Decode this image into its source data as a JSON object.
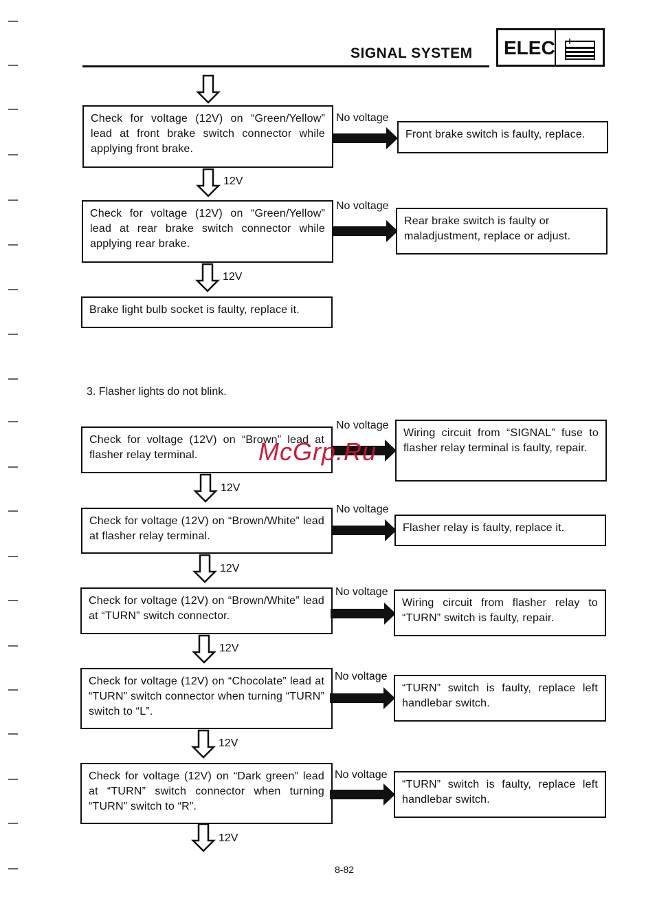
{
  "header": {
    "title": "SIGNAL SYSTEM",
    "section_badge": "ELEC",
    "badge_icon": "battery-icon"
  },
  "flow1": {
    "steps": [
      {
        "text": "Check for voltage (12V) on “Green/Yellow” lead at front brake switch connector while applying front brake.",
        "no_voltage_label": "No voltage",
        "fault": "Front brake switch is faulty, replace.",
        "pass_label": "12V"
      },
      {
        "text": "Check for voltage (12V) on “Green/Yellow” lead at rear brake switch connector while applying rear brake.",
        "no_voltage_label": "No voltage",
        "fault": "Rear brake switch is faulty or maladjustment, replace or adjust.",
        "pass_label": "12V"
      }
    ],
    "end": "Brake light bulb socket is faulty, replace it."
  },
  "flow2": {
    "section_title": "3. Flasher lights do not blink.",
    "steps": [
      {
        "text": "Check for voltage (12V) on “Brown” lead at flasher relay terminal.",
        "no_voltage_label": "No voltage",
        "fault": "Wiring circuit from “SIGNAL” fuse to flasher relay terminal is faulty, repair.",
        "pass_label": "12V"
      },
      {
        "text": "Check for voltage (12V) on “Brown/White” lead at flasher relay terminal.",
        "no_voltage_label": "No voltage",
        "fault": "Flasher relay is faulty, replace it.",
        "pass_label": "12V"
      },
      {
        "text": "Check for voltage (12V) on “Brown/White” lead at “TURN” switch connector.",
        "no_voltage_label": "No voltage",
        "fault": "Wiring circuit from flasher relay to “TURN” switch is faulty, repair.",
        "pass_label": "12V"
      },
      {
        "text": "Check for voltage (12V) on “Chocolate” lead at “TURN” switch connector when turning “TURN” switch to “L”.",
        "no_voltage_label": "No voltage",
        "fault": "“TURN” switch is faulty, replace left handlebar switch.",
        "pass_label": "12V"
      },
      {
        "text": "Check for voltage (12V) on “Dark green” lead at “TURN” switch connector when turning “TURN” switch to “R”.",
        "no_voltage_label": "No voltage",
        "fault": "“TURN” switch is faulty, replace left handlebar switch.",
        "pass_label": "12V"
      }
    ]
  },
  "watermark": "McGrp.Ru",
  "page_number": "8-82"
}
